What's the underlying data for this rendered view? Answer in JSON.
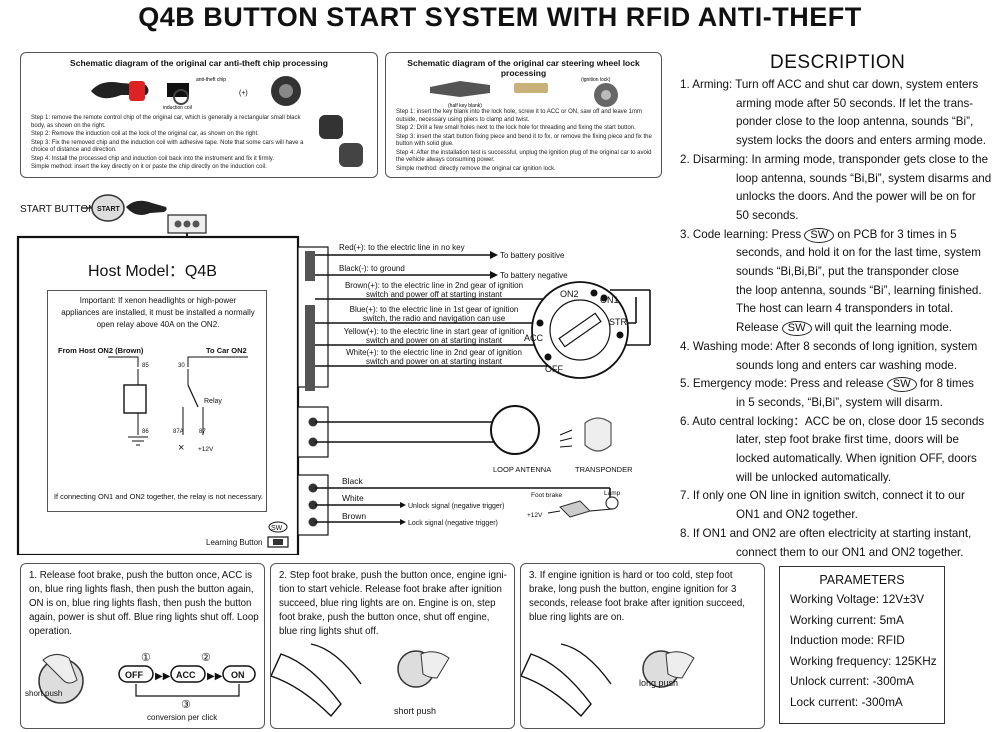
{
  "title": "Q4B BUTTON START SYSTEM WITH RFID ANTI-THEFT",
  "schematic_chip": {
    "title": "Schematic diagram of the original car anti-theft chip processing",
    "img_labels": [
      "anti-theft chip",
      "induction coil",
      "(+)"
    ],
    "steps": [
      "Step 1: remove the remote control chip of the original car, which is generally a rectangular small black body, as shown on the right.",
      "Step 2: Remove the induction coil at the lock of the original car, as shown on the right.",
      "Step 3: Fix the removed chip and the induction coil with adhesive tape. Note that some cars will have a choice of distance and direction.",
      "Step 4: Install the processed chip and induction coil back into the instrument and fix it firmly.",
      "Simple method: insert the key directly on it or paste the chip directly on the induction coil."
    ]
  },
  "schematic_lock": {
    "title": "Schematic diagram of the original car steering wheel lock processing",
    "img_labels": [
      "(half key blank)",
      "(ignition lock)"
    ],
    "steps": [
      "Step 1: insert the key blank into the lock hole, screw it to ACC or ON, saw off and leave 1mm outside,  necessary using pliers to clamp and twist.",
      "Step 2: Drill a few small holes next to the lock hole for threading and fixing the start button.",
      "Step 3: insert the start button fixing piece and bend it to fix, or remove the fixing piece and fix the button with solid glue.",
      "Step 4: After the installation test is successful, unplug the ignition plug of the original car to avoid the vehicle always consuming power.",
      "Simple method: directly remove the original car ignition lock."
    ]
  },
  "description": {
    "heading": "DESCRIPTION",
    "items": [
      {
        "lead": "1. Arming: Turn off ACC and shut car down, system enters",
        "rest": [
          "arming mode after 50 seconds. If let the trans-",
          "ponder close to the loop antenna, sounds “Bi”,",
          "system locks the doors and enters arming mode."
        ]
      },
      {
        "lead": "2. Disarming: In arming mode, transponder gets close to the",
        "rest": [
          "loop antenna, sounds “Bi,Bi”, system disarms and",
          "unlocks the doors. And the power will be on for",
          "50 seconds."
        ]
      },
      {
        "lead": "3. Code learning: Press",
        "sw1": "SW",
        "lead_b": "on PCB for 3 times in 5",
        "rest": [
          "seconds, and hold it on for the last time,  system",
          "sounds “Bi,Bi,Bi”,   put the transponder close",
          "the loop antenna, sounds “Bi”, learning finished.",
          "The host can learn  4 transponders in total."
        ],
        "release_a": "Release",
        "release_sw": "SW",
        "release_b": "will quit the learning mode."
      },
      {
        "lead": "4. Washing mode: After 8 seconds of long ignition, system",
        "rest": [
          "sounds long and enters car washing mode."
        ]
      },
      {
        "lead": "5. Emergency mode: Press and release",
        "sw1": "SW",
        "lead_b": "for 8 times",
        "rest": [
          "in 5 seconds, “Bi,Bi”, system will disarm."
        ]
      },
      {
        "lead": "6. Auto central locking：ACC be on, close door 15 seconds",
        "rest": [
          "later, step foot brake first time, doors will be",
          "locked automatically. When  ignition OFF, doors",
          "will be unlocked automatically."
        ]
      },
      {
        "lead": "7. If only one ON line in ignition switch, connect it  to our",
        "rest": [
          "ON1 and  ON2 together."
        ]
      },
      {
        "lead": "8. If ON1 and  ON2 are often electricity at starting instant,",
        "rest": [
          "connect them to  our ON1 and  ON2 together."
        ]
      }
    ]
  },
  "start_button": {
    "label": "START BUTTON",
    "text": "START"
  },
  "host": {
    "title": "Host Model：Q4B",
    "warning": "Important: If xenon headlights or high-power appliances are installed, it must be installed a normally open relay above 40A on the ON2.",
    "from_label": "From Host ON2 (Brown)",
    "to_label": "To Car ON2",
    "relay_label": "Relay",
    "pins": [
      "85",
      "30",
      "86",
      "87A",
      "87"
    ],
    "x_mark": "×",
    "v12": "+12V",
    "footnote": "If connecting ON1 and ON2 together, the relay is not necessary.",
    "learning_button": "Learning Button",
    "sw": "SW"
  },
  "wires": [
    {
      "label": "Red(+): to the electric line in no key"
    },
    {
      "label": "Black(-): to ground"
    },
    {
      "label": "Brown(+): to the electric line in 2nd gear of ignition switch and power off at starting instant"
    },
    {
      "label": "Blue(+): to the electric line in 1st gear of ignition switch, the radio and navigation can use"
    },
    {
      "label": "Yellow(+): to the electric line in start gear of ignition switch and power on at starting instant"
    },
    {
      "label": "White(+): to the electric line in 2nd gear of ignition switch and power on at starting instant"
    }
  ],
  "battery_positive": "To battery positive",
  "battery_negative": "To battery negative",
  "ignition": {
    "on2": "ON2",
    "on1": "ON1",
    "acc": "ACC",
    "str": "STR",
    "off": "OFF"
  },
  "loop_antenna": "LOOP ANTENNA",
  "transponder": "TRANSPONDER",
  "lower_wires": {
    "black": "Black",
    "white": "White",
    "brown": "Brown",
    "unlock": "Unlock signal (negative trigger)",
    "lock": "Lock signal (negative trigger)",
    "foot_brake": "Foot brake",
    "lamp": "Lamp",
    "v12": "+12V"
  },
  "bottom": [
    {
      "text": "1. Release foot brake, push the button once, ACC is on, blue ring lights flash, then push the button again, ON is on, blue ring lights flash, then push the button again, power is shut off.  Blue ring lights shut off. Loop operation.",
      "push_label": "short push",
      "cycle": [
        "OFF",
        "ACC",
        "ON"
      ],
      "nums": [
        "①",
        "②",
        "③"
      ],
      "caption": "conversion per click"
    },
    {
      "text": "2. Step foot brake, push the button once, engine igni-tion to start vehicle. Release foot brake after ignition succeed, blue ring lights are on.  Engine is on,  step foot brake, push the button once, shut off engine, blue ring lights shut off.",
      "push_label": "short push"
    },
    {
      "text": "3. If engine ignition is hard or too cold,  step foot brake, long push the button, engine ignition for 3 seconds, release foot brake after ignition succeed, blue ring lights are on.",
      "push_label": "long push"
    }
  ],
  "parameters": {
    "heading": "PARAMETERS",
    "rows": [
      "Working Voltage: 12V±3V",
      "Working current: 5mA",
      "Induction mode: RFID",
      "Working frequency: 125KHz",
      "Unlock current:  -300mA",
      "Lock current:  -300mA"
    ]
  }
}
